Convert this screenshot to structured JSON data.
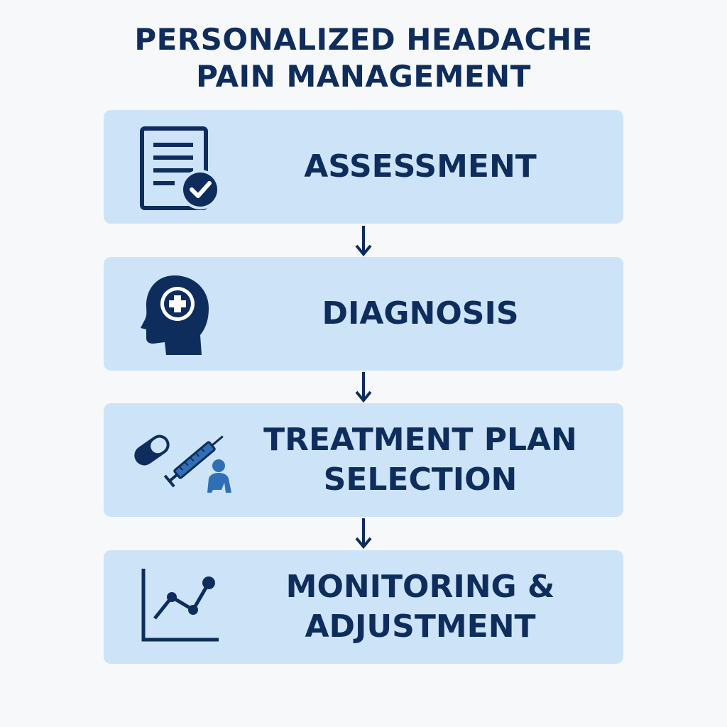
{
  "title": {
    "line1": "PERSONALIZED HEADACHE",
    "line2": "PAIN MANAGEMENT"
  },
  "steps": [
    {
      "label_lines": [
        "ASSESSMENT"
      ],
      "icon": "clipboard-check-icon"
    },
    {
      "label_lines": [
        "DIAGNOSIS"
      ],
      "icon": "head-medical-icon"
    },
    {
      "label_lines": [
        "TREATMENT PLAN",
        "SELECTION"
      ],
      "icon": "pill-syringe-person-icon"
    },
    {
      "label_lines": [
        "MONITORING &",
        "ADJUSTMENT"
      ],
      "icon": "line-graph-icon"
    }
  ],
  "colors": {
    "background": "#f7f8f9",
    "box": "#cde4f8",
    "text": "#0f2d5c",
    "icon": "#0f2d5c",
    "icon_accent": "#2f6fb5"
  }
}
